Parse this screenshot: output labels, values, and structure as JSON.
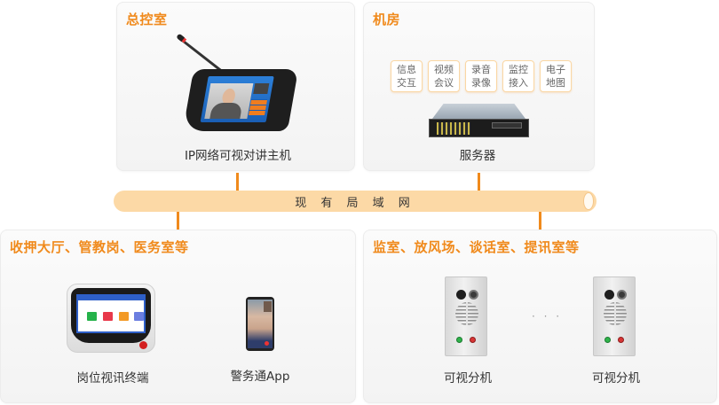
{
  "lan": {
    "label": "现 有 局 域 网",
    "tube_color": "#fcd9a6",
    "connector_color": "#f08a1c"
  },
  "theme": {
    "title_color": "#f08a1c",
    "card_bg": "#f6f6f6"
  },
  "control_room": {
    "title": "总控室",
    "device": {
      "icon": "video-intercom-host-icon",
      "caption": "IP网络可视对讲主机"
    }
  },
  "server_room": {
    "title": "机房",
    "modules": [
      {
        "line1": "信息",
        "line2": "交互"
      },
      {
        "line1": "视频",
        "line2": "会议"
      },
      {
        "line1": "录音",
        "line2": "录像"
      },
      {
        "line1": "监控",
        "line2": "接入"
      },
      {
        "line1": "电子",
        "line2": "地图"
      }
    ],
    "device": {
      "icon": "rack-server-icon",
      "caption": "服务器"
    }
  },
  "hall": {
    "title": "收押大厅、管教岗、医务室等",
    "devices": [
      {
        "icon": "post-video-terminal-icon",
        "caption": "岗位视讯终端"
      },
      {
        "icon": "mobile-phone-icon",
        "caption": "警务通App"
      }
    ]
  },
  "cells": {
    "title": "监室、放风场、谈话室、提讯室等",
    "devices": [
      {
        "icon": "intercom-extension-icon",
        "caption": "可视分机"
      },
      {
        "icon": "intercom-extension-icon",
        "caption": "可视分机"
      }
    ],
    "ellipsis": "· · ·"
  }
}
